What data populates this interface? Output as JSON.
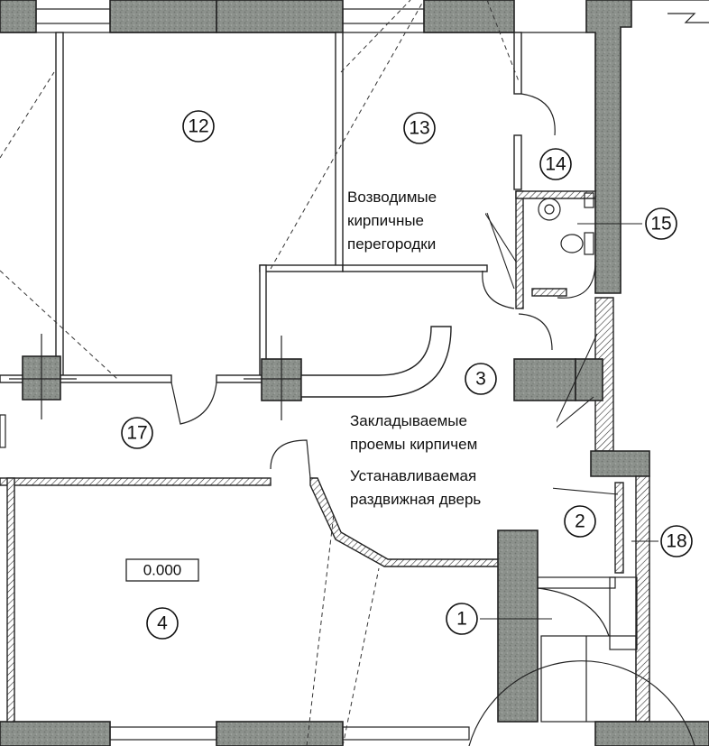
{
  "rooms": {
    "r1": "1",
    "r2": "2",
    "r3": "3",
    "r4": "4",
    "r12": "12",
    "r13": "13",
    "r14": "14",
    "r15": "15",
    "r17": "17",
    "r18": "18"
  },
  "level_mark": "0.000",
  "notes": {
    "partitions": [
      "Возводимые",
      "кирпичные",
      "перегородки"
    ],
    "openings": [
      "Закладываемые",
      "проемы кирпичем"
    ],
    "sliding_door": [
      "Устанавливаемая",
      "раздвижная дверь"
    ]
  }
}
